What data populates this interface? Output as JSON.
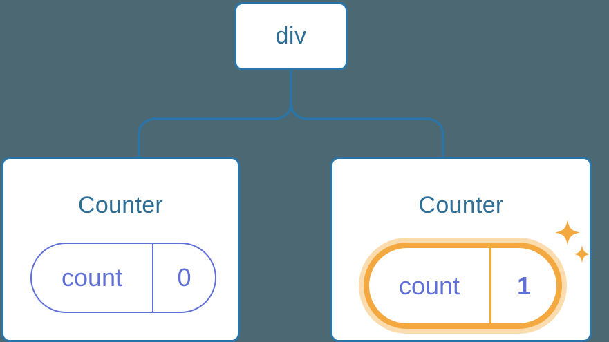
{
  "diagram": {
    "type": "component-tree",
    "background_color": "#4c6872",
    "node_border_color": "#2a75a9",
    "node_text_color": "#2d6e96",
    "state_color": "#6170d8",
    "highlight_color": "#f3a93f",
    "highlight_glow_color": "#fbdcae",
    "root": {
      "label": "div"
    },
    "children": [
      {
        "title": "Counter",
        "state": {
          "key": "count",
          "value": "0"
        },
        "highlighted": false
      },
      {
        "title": "Counter",
        "state": {
          "key": "count",
          "value": "1"
        },
        "highlighted": true,
        "sparkle_icons": [
          "sparkle-large",
          "sparkle-small"
        ]
      }
    ]
  }
}
